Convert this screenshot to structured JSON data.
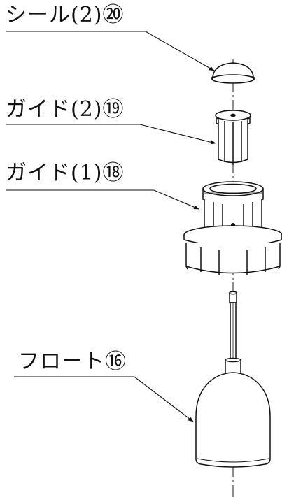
{
  "labels": {
    "seal": "シール(2)⑳",
    "guide2": "ガイド(2)⑲",
    "guide1": "ガイド(1)⑱",
    "float": "フロート⑯"
  }
}
